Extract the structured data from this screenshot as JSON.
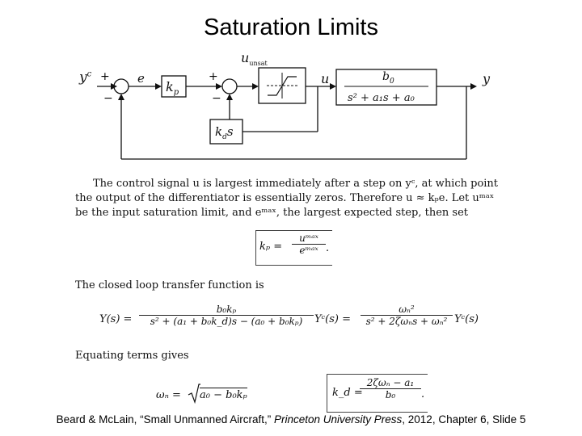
{
  "title": "Saturation Limits",
  "diagram": {
    "label_yc": "y",
    "label_yc_sup": "c",
    "label_e": "e",
    "label_plus1": "+",
    "label_minus1": "−",
    "label_kp": "k",
    "label_kp_sub": "p",
    "label_plus2": "+",
    "label_minus2": "−",
    "label_uunsat": "u",
    "label_uunsat_sub": "unsat",
    "label_u": "u",
    "plant_num": "b",
    "plant_num_sub": "0",
    "plant_den": "s² + a₁s + a₀",
    "label_y": "y",
    "label_kds": "k",
    "label_kds_sub": "d",
    "label_kds_s": "s"
  },
  "text": {
    "para1_line1": "The control signal u is largest immediately after a step on yᶜ, at which point",
    "para1_line2": "the output of the differentiator is essentially zeros.  Therefore u ≈ kₚe.  Let uᵐᵃˣ",
    "para1_line3": "be the input saturation limit, and eᵐᵃˣ, the largest expected step, then set",
    "para2": "The closed loop transfer function is",
    "para3": "Equating terms gives"
  },
  "equations": {
    "kp_lhs": "kₚ =",
    "kp_num": "uᵐᵃˣ",
    "kp_den": "eᵐᵃˣ",
    "kp_dot": ".",
    "tf_lhs": "Y(s) =",
    "tf_num1": "b₀kₚ",
    "tf_den1": "s² + (a₁ + b₀k_d)s − (a₀ + b₀kₚ)",
    "tf_mid": "Yᶜ(s) =",
    "tf_num2": "ωₙ²",
    "tf_den2": "s² + 2ζωₙs + ωₙ²",
    "tf_rhs": "Yᶜ(s)",
    "wn_lhs": "ωₙ =",
    "wn_rad": "a₀ − b₀kₚ",
    "kd_lhs": "k_d =",
    "kd_num": "2ζωₙ − a₁",
    "kd_den": "b₀",
    "kd_dot": "."
  },
  "footer": {
    "authors": "Beard & McLain, “Small Unmanned Aircraft,” ",
    "publisher": "Princeton University Press",
    "rest": ", 2012,   Chapter 6, Slide 5"
  }
}
